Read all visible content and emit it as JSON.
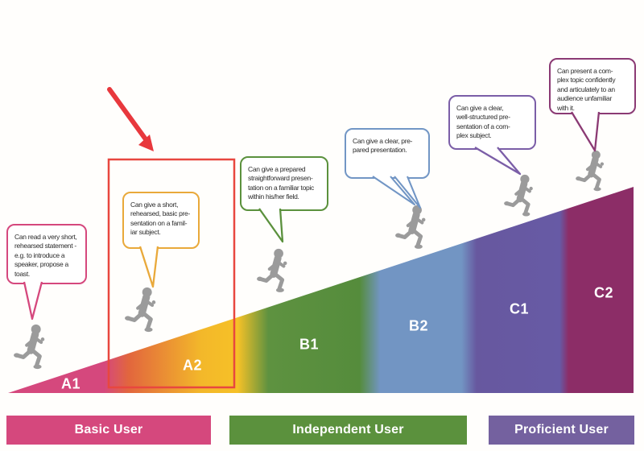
{
  "levels": [
    {
      "code": "A1",
      "wedge_color": "#D5487D",
      "bubble": {
        "text": "Can read a very short,\nrehearsed statement -\ne.g. to introduce a\nspeaker, propose a\ntoast.",
        "border_color": "#D5487D"
      }
    },
    {
      "code": "A2",
      "wedge_color": "#F2B62A",
      "bubble": {
        "text": "Can give a short,\nrehearsed, basic pre-\nsentation on a famil-\niar subject.",
        "border_color": "#E9A93B"
      }
    },
    {
      "code": "B1",
      "wedge_color": "#5B913D",
      "bubble": {
        "text": "Can give a prepared\nstraightforward presen-\ntation on a familiar topic\nwithin his/her field.",
        "border_color": "#5B913D"
      }
    },
    {
      "code": "B2",
      "wedge_color": "#7295C3",
      "bubble": {
        "text": "Can give a clear, pre-\npared presentation.",
        "border_color": "#7296C5"
      }
    },
    {
      "code": "C1",
      "wedge_color": "#675AA5",
      "bubble": {
        "text": "Can give a clear,\nwell-structured pre-\nsentation of a com-\nplex subject.",
        "border_color": "#7B5EA7"
      }
    },
    {
      "code": "C2",
      "wedge_color": "#8C2D67",
      "bubble": {
        "text": "Can present a com-\nplex topic confidently\nand articulately to an\naudience unfamiliar\nwith it.",
        "border_color": "#8B3A74"
      }
    }
  ],
  "bands": [
    {
      "label": "Basic User",
      "color": "#D5487D"
    },
    {
      "label": "Independent User",
      "color": "#5B913D"
    },
    {
      "label": "Proficient User",
      "color": "#74619F"
    }
  ],
  "highlight": {
    "target_level": "A2",
    "rectangle_color": "#E8473F",
    "arrow_color": "#E8383D"
  },
  "icons": {
    "runner": "running-child-silhouette",
    "runner_count": 6,
    "runner_color": "#9B9B9B"
  }
}
